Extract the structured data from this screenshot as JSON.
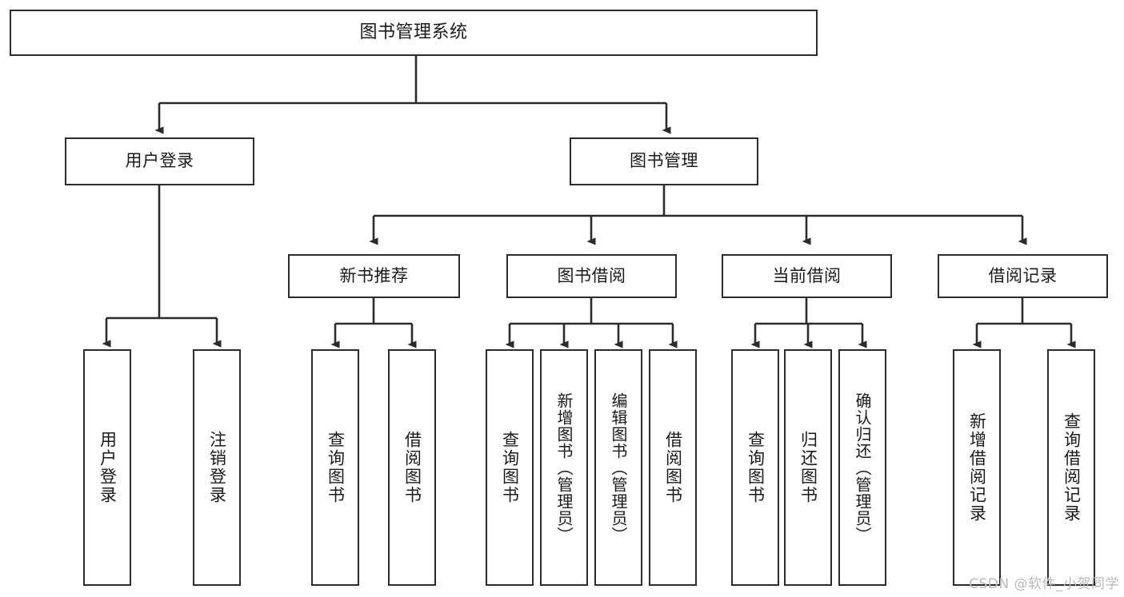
{
  "diagram": {
    "type": "tree-hierarchy",
    "title": "图书管理系统",
    "orientation": "top-down",
    "colors": {
      "box_border": "#2b2b2b",
      "box_fill": "#ffffff",
      "connector": "#2b2b2b",
      "text": "#1a1a1a",
      "background": "#ffffff",
      "watermark": "#b9b9b9"
    },
    "levels": {
      "root": "图书管理系统",
      "level2": [
        "用户登录",
        "图书管理"
      ],
      "level3": [
        "新书推荐",
        "图书借阅",
        "当前借阅",
        "借阅记录"
      ]
    },
    "nodes": {
      "root": {
        "label": "图书管理系统"
      },
      "user_login": {
        "label": "用户登录"
      },
      "book_manage": {
        "label": "图书管理"
      },
      "new_book_rec": {
        "label": "新书推荐"
      },
      "book_borrow": {
        "label": "图书借阅"
      },
      "current_borrow": {
        "label": "当前借阅"
      },
      "borrow_record": {
        "label": "借阅记录"
      }
    },
    "leaves": {
      "user_login_children": [
        {
          "label": "用户登录"
        },
        {
          "label": "注销登录"
        }
      ],
      "new_book_rec_children": [
        {
          "label": "查询图书"
        },
        {
          "label": "借阅图书"
        }
      ],
      "book_borrow_children": [
        {
          "label": "查询图书"
        },
        {
          "label": "新增图书（管理员）"
        },
        {
          "label": "编辑图书（管理员）"
        },
        {
          "label": "借阅图书"
        }
      ],
      "current_borrow_children": [
        {
          "label": "查询图书"
        },
        {
          "label": "归还图书"
        },
        {
          "label": "确认归还（管理员）"
        }
      ],
      "borrow_record_children": [
        {
          "label": "新增借阅记录"
        },
        {
          "label": "查询借阅记录"
        }
      ]
    },
    "watermark": "CSDN @软件_小贺同学"
  }
}
